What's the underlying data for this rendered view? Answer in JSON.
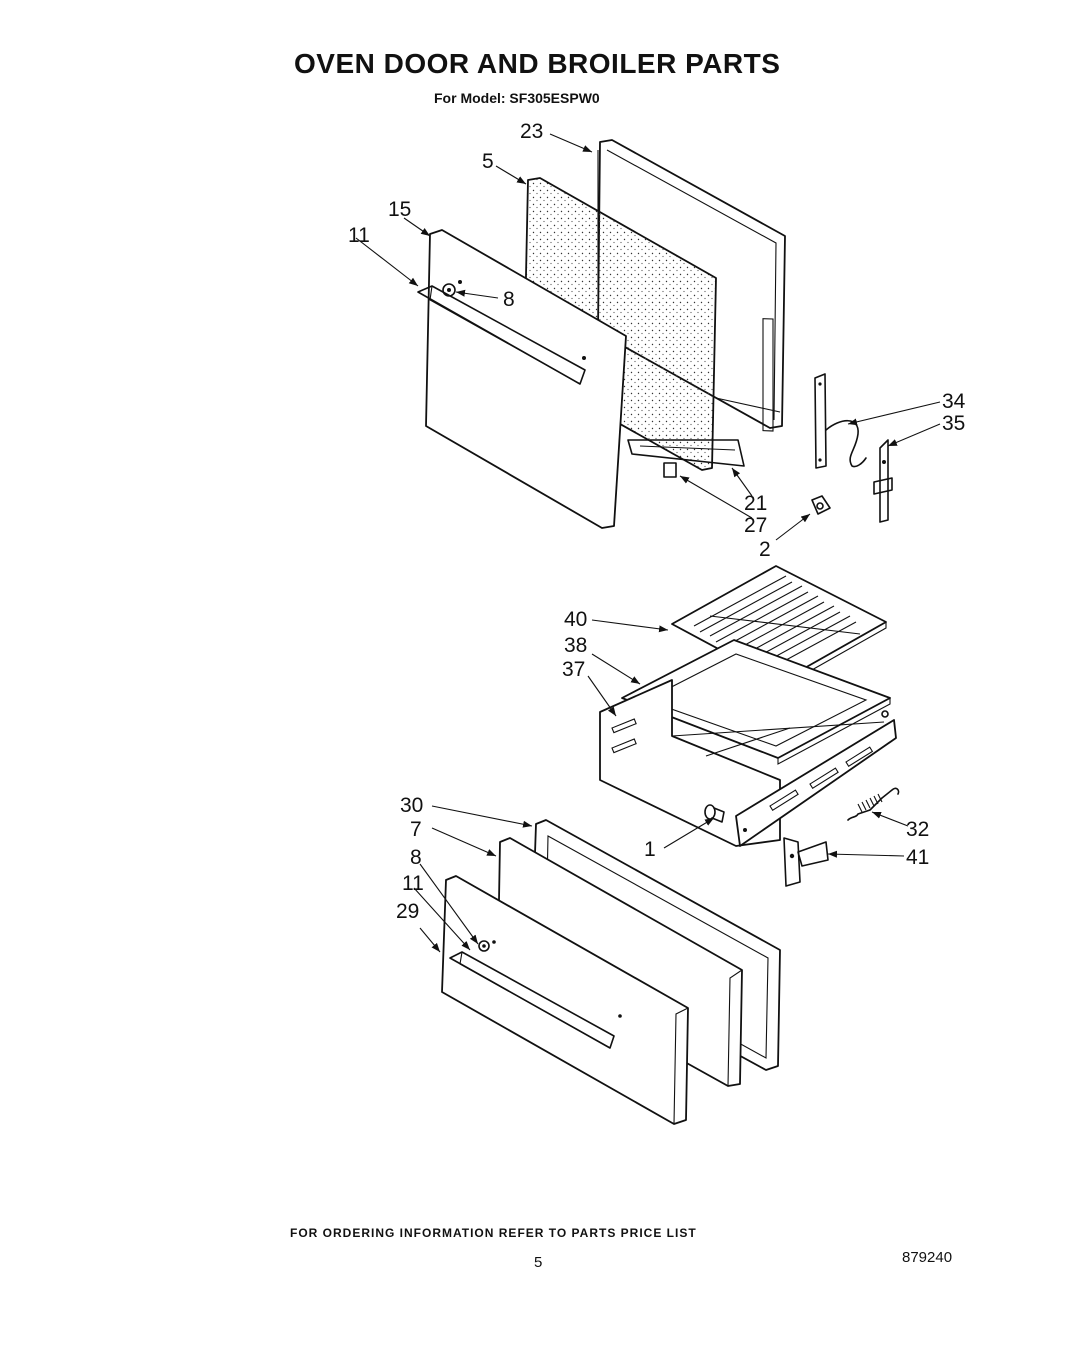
{
  "header": {
    "title": "OVEN DOOR AND BROILER PARTS",
    "model_line": "For Model: SF305ESPW0"
  },
  "callouts": [
    {
      "id": "c23",
      "text": "23"
    },
    {
      "id": "c5",
      "text": "5"
    },
    {
      "id": "c15",
      "text": "15"
    },
    {
      "id": "c11a",
      "text": "11"
    },
    {
      "id": "c8a",
      "text": "8"
    },
    {
      "id": "c34",
      "text": "34"
    },
    {
      "id": "c35",
      "text": "35"
    },
    {
      "id": "c21",
      "text": "21"
    },
    {
      "id": "c27",
      "text": "27"
    },
    {
      "id": "c2",
      "text": "2"
    },
    {
      "id": "c40",
      "text": "40"
    },
    {
      "id": "c38",
      "text": "38"
    },
    {
      "id": "c37",
      "text": "37"
    },
    {
      "id": "c30",
      "text": "30"
    },
    {
      "id": "c7",
      "text": "7"
    },
    {
      "id": "c8b",
      "text": "8"
    },
    {
      "id": "c11b",
      "text": "11"
    },
    {
      "id": "c29",
      "text": "29"
    },
    {
      "id": "c1",
      "text": "1"
    },
    {
      "id": "c32",
      "text": "32"
    },
    {
      "id": "c41",
      "text": "41"
    }
  ],
  "footer": {
    "ordering_note": "FOR ORDERING INFORMATION REFER TO PARTS PRICE LIST",
    "page_number": "5",
    "document_number": "879240"
  }
}
